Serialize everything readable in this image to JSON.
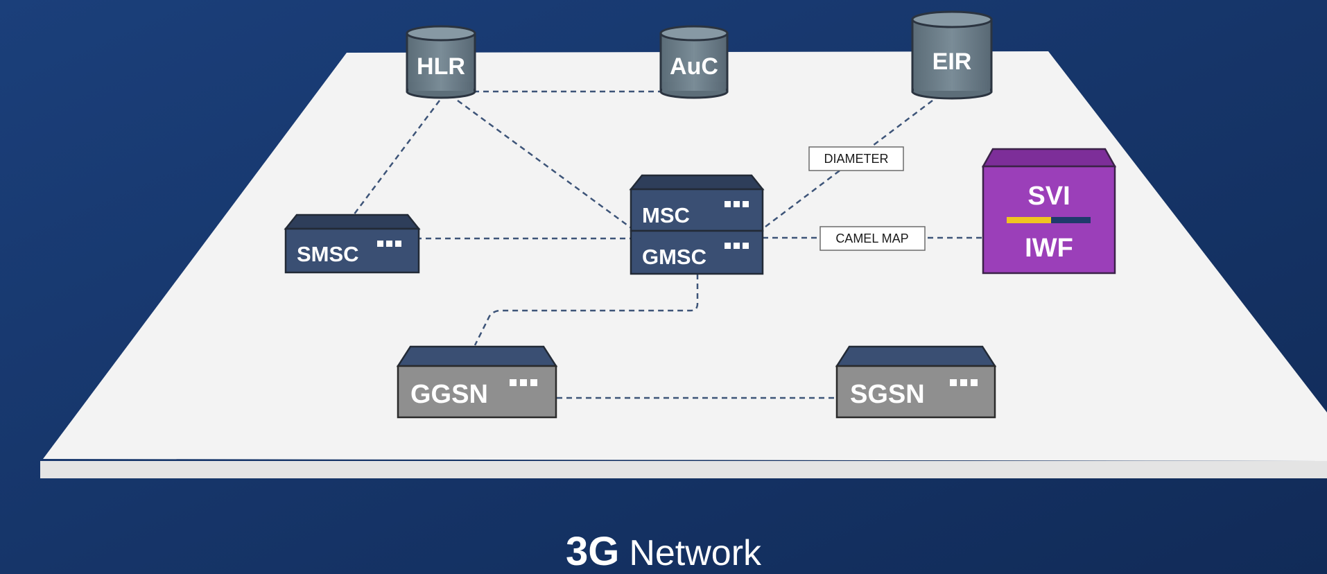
{
  "nodes": {
    "hlr": "HLR",
    "auc": "AuC",
    "eir": "EIR",
    "smsc": "SMSC",
    "msc": "MSC",
    "gmsc": "GMSC",
    "ggsn": "GGSN",
    "sgsn": "SGSN",
    "svi": "SVI",
    "iwf": "IWF"
  },
  "link_labels": {
    "diameter": "DIAMETER",
    "camel_map": "CAMEL MAP"
  },
  "title": {
    "strong": "3G",
    "rest": "Network"
  },
  "colors": {
    "background_top": "#163a70",
    "background_bottom": "#132f5e",
    "platform": "#f3f3f3",
    "platform_edge": "#e2e2e2",
    "db_body": "#6d7f8a",
    "server_blue": "#3a4f73",
    "server_grey": "#8f8f8f",
    "svi_purple": "#9b3fb9",
    "svi_bar_yellow": "#f0c420",
    "link": "#3d5478"
  }
}
